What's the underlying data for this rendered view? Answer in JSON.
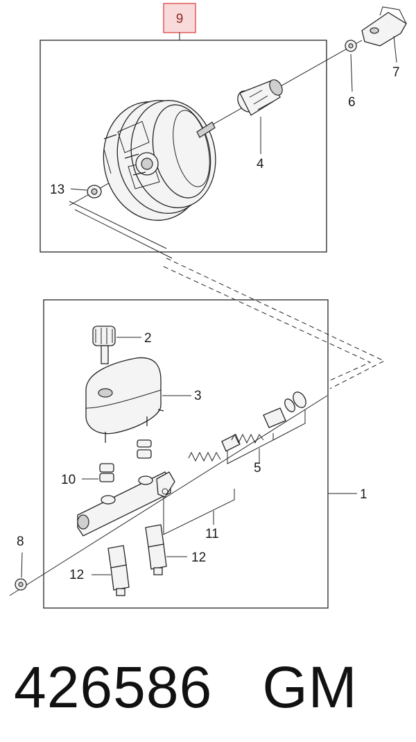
{
  "callouts": {
    "c1": "1",
    "c2": "2",
    "c3": "3",
    "c4": "4",
    "c5": "5",
    "c6": "6",
    "c7": "7",
    "c8": "8",
    "c9": "9",
    "c10": "10",
    "c11": "11",
    "c12a": "12",
    "c12b": "12",
    "c13": "13"
  },
  "footer": {
    "part_number": "426586",
    "brand": "GM"
  },
  "colors": {
    "highlight_box": "#e05a5a",
    "highlight_fill": "#f8dada",
    "line": "#222222"
  }
}
